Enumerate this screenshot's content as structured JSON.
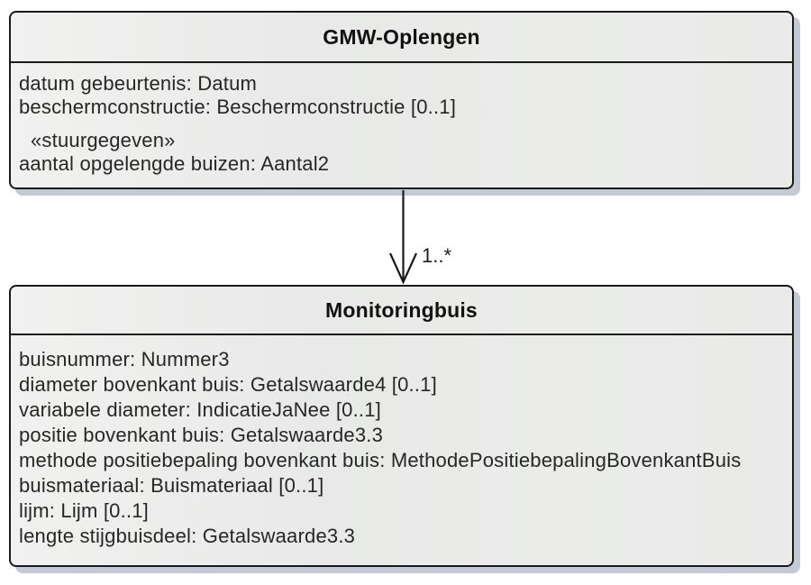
{
  "diagram": {
    "type": "uml-class-diagram",
    "colors": {
      "background": "#ffffff",
      "box_fill": "#eaebea",
      "box_border": "#1a1a1a",
      "box_shadow": "#c3c9d5",
      "text": "#262626"
    }
  },
  "gmw": {
    "title": "GMW-Oplengen",
    "attributes": [
      "datum gebeurtenis: Datum",
      "beschermconstructie: Beschermconstructie [0..1]"
    ],
    "stereotype": "«stuurgegeven»",
    "stereotype_attributes": [
      "aantal opgelengde buizen: Aantal2"
    ]
  },
  "monitoringbuis": {
    "title": "Monitoringbuis",
    "attributes": [
      "buisnummer: Nummer3",
      "diameter bovenkant buis: Getalswaarde4 [0..1]",
      "variabele diameter: IndicatieJaNee [0..1]",
      "positie bovenkant buis: Getalswaarde3.3",
      "methode positiebepaling bovenkant buis: MethodePositiebepalingBovenkantBuis",
      "buismateriaal: Buismateriaal [0..1]",
      "lijm: Lijm [0..1]",
      "lengte stijgbuisdeel: Getalswaarde3.3"
    ]
  },
  "association": {
    "multiplicity": "1..*"
  }
}
